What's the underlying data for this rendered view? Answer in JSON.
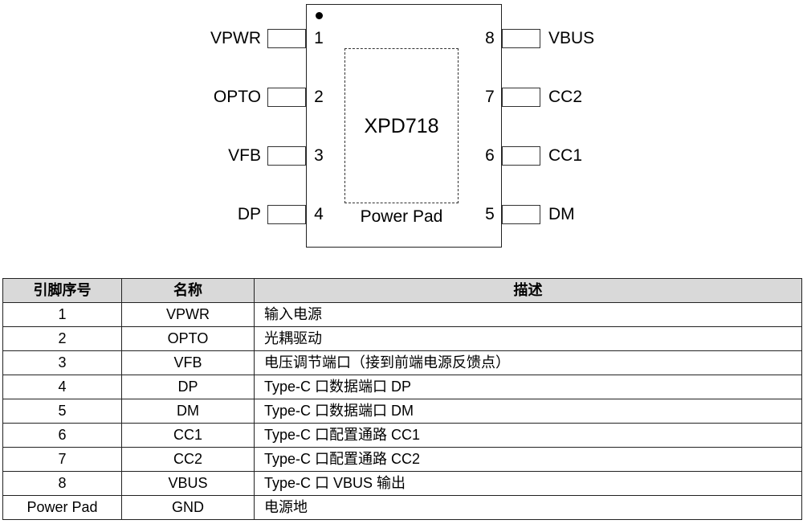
{
  "diagram": {
    "chip_name": "XPD718",
    "pad_label": "Power Pad",
    "left_pins": [
      {
        "number": "1",
        "name": "VPWR"
      },
      {
        "number": "2",
        "name": "OPTO"
      },
      {
        "number": "3",
        "name": "VFB"
      },
      {
        "number": "4",
        "name": "DP"
      }
    ],
    "right_pins": [
      {
        "number": "8",
        "name": "VBUS"
      },
      {
        "number": "7",
        "name": "CC2"
      },
      {
        "number": "6",
        "name": "CC1"
      },
      {
        "number": "5",
        "name": "DM"
      }
    ]
  },
  "table": {
    "headers": [
      "引脚序号",
      "名称",
      "描述"
    ],
    "rows": [
      {
        "pin": "1",
        "name": "VPWR",
        "desc": "输入电源"
      },
      {
        "pin": "2",
        "name": "OPTO",
        "desc": "光耦驱动"
      },
      {
        "pin": "3",
        "name": "VFB",
        "desc": "电压调节端口（接到前端电源反馈点）"
      },
      {
        "pin": "4",
        "name": "DP",
        "desc": "Type-C 口数据端口  DP"
      },
      {
        "pin": "5",
        "name": "DM",
        "desc": "Type-C 口数据端口 DM"
      },
      {
        "pin": "6",
        "name": "CC1",
        "desc": "Type-C 口配置通路 CC1"
      },
      {
        "pin": "7",
        "name": "CC2",
        "desc": "Type-C 口配置通路 CC2"
      },
      {
        "pin": "8",
        "name": "VBUS",
        "desc": "Type-C 口 VBUS 输出"
      },
      {
        "pin": "Power Pad",
        "name": "GND",
        "desc": "电源地"
      }
    ]
  }
}
